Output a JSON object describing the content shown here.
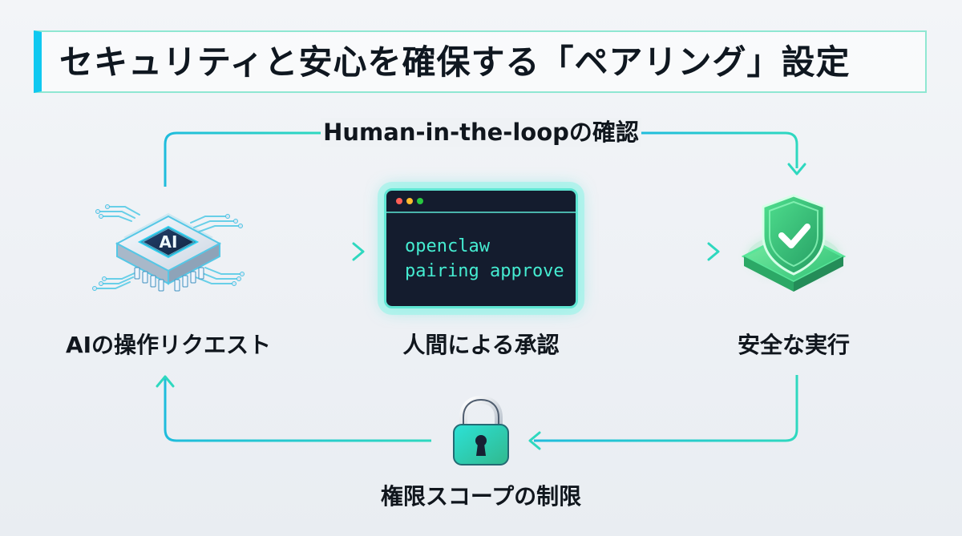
{
  "title": "セキュリティと安心を確保する「ペアリング」設定",
  "loop_label": "Human-in-the-loopの確認",
  "chip_label": "AI",
  "steps": {
    "ai_request": "AIの操作リクエスト",
    "human_approval": "人間による承認",
    "safe_execution": "安全な実行",
    "scope_limit": "権限スコープの制限"
  },
  "terminal": {
    "line1": "openclaw",
    "line2": "pairing approve"
  },
  "icons": {
    "chip": "ai-chip-icon",
    "terminal": "terminal-icon",
    "shield": "shield-check-icon",
    "lock": "lock-icon"
  },
  "colors": {
    "accent": "#10c8f0",
    "teal": "#35d6c9",
    "green": "#38d38a",
    "navy": "#141c2e"
  }
}
